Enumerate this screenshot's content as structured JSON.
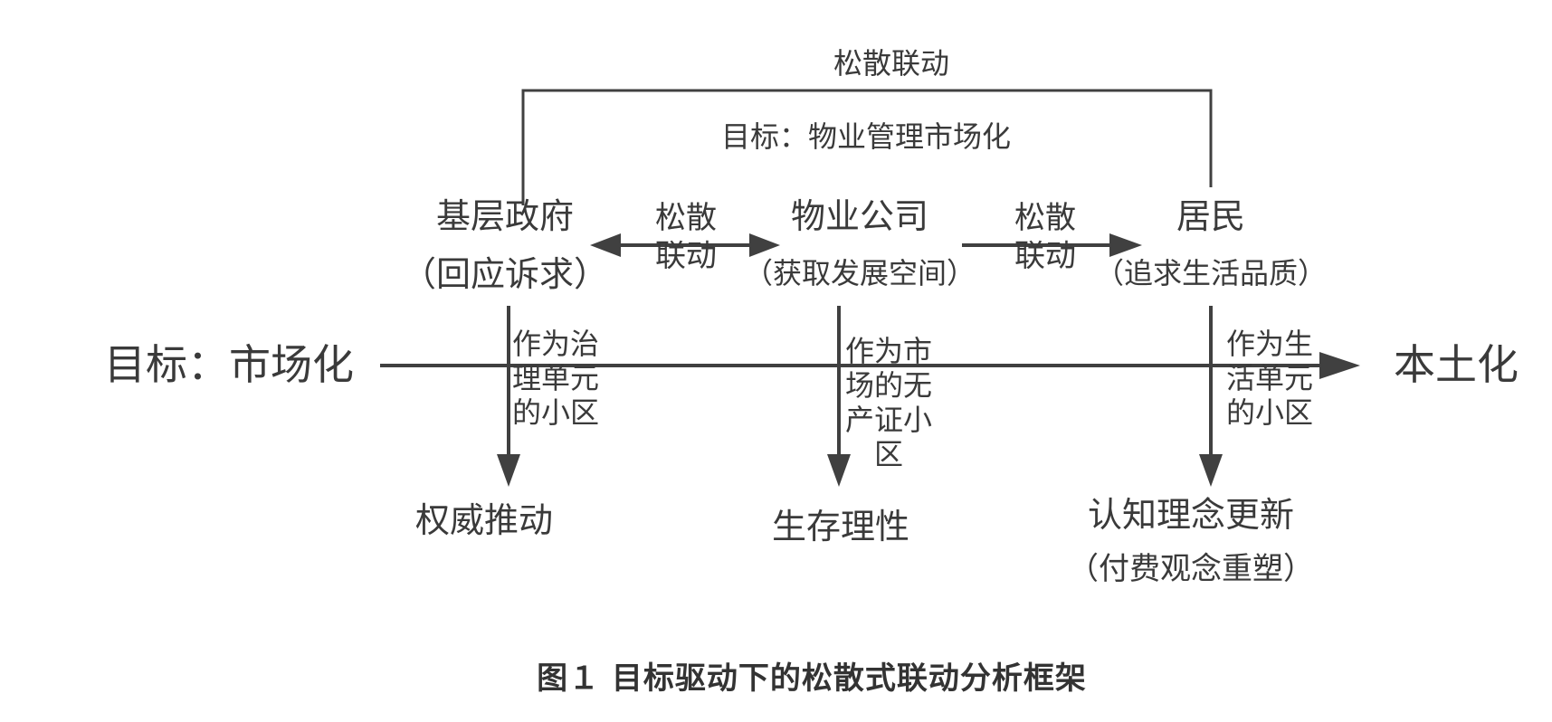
{
  "top_link": {
    "label": "松散联动",
    "goal": "目标：物业管理市场化"
  },
  "actors": {
    "government": {
      "name": "基层政府",
      "role": "（回应诉求）"
    },
    "company": {
      "name": "物业公司",
      "role": "（获取发展空间）"
    },
    "residents": {
      "name": "居民",
      "role": "（追求生活品质）"
    }
  },
  "links": {
    "gov_company": [
      "松散",
      "联动"
    ],
    "company_residents": [
      "松散",
      "联动"
    ]
  },
  "axis": {
    "left": "目标：市场化",
    "right": "本土化"
  },
  "community_views": {
    "government": [
      "作为治",
      "理单元",
      "的小区"
    ],
    "company": [
      "作为市",
      "场的无",
      "产证小",
      "区"
    ],
    "residents": [
      "作为生",
      "活单元",
      "的小区"
    ]
  },
  "outcomes": {
    "government": "权威推动",
    "company": "生存理性",
    "residents": "认知理念更新",
    "residents_note": "（付费观念重塑）"
  },
  "caption": "图１ 目标驱动下的松散式联动分析框架",
  "colors": {
    "line": "#404040",
    "text": "#3a3a3a"
  }
}
